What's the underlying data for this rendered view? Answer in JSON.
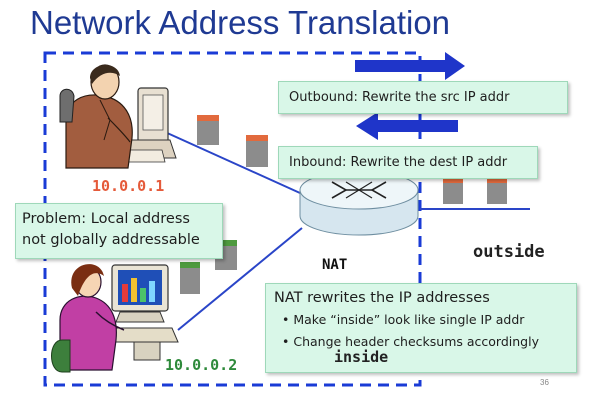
{
  "title": "Network Address Translation",
  "boxes": {
    "outbound": "Outbound: Rewrite the src IP addr",
    "inbound": "Inbound: Rewrite the dest IP addr",
    "problem": "Problem: Local address not globally addressable"
  },
  "nat_box": {
    "heading": "NAT rewrites the IP addresses",
    "bullets": [
      "• Make “inside” look like single IP addr",
      "• Change header checksums accordingly"
    ]
  },
  "labels": {
    "ip_1": "10.0.0.1",
    "ip_2": "10.0.0.2",
    "outside": "outside",
    "nat": "NAT",
    "inside": "inside"
  },
  "page_number": "36",
  "colors": {
    "title": "#1f3a93",
    "dashed_border": "#1a3bd6",
    "arrow": "#1f35c9",
    "link_line": "#2a45c8",
    "callout_fill": "#d9f7e8",
    "packet_gray": "#8c8c8c",
    "packet_orange": "#e26a3d",
    "packet_green": "#4e9a3f",
    "ip_1": "#e55a3a",
    "ip_2": "#2e8a3b"
  },
  "icons": [
    "man-at-computer-icon",
    "woman-at-computer-icon",
    "router-icon"
  ]
}
